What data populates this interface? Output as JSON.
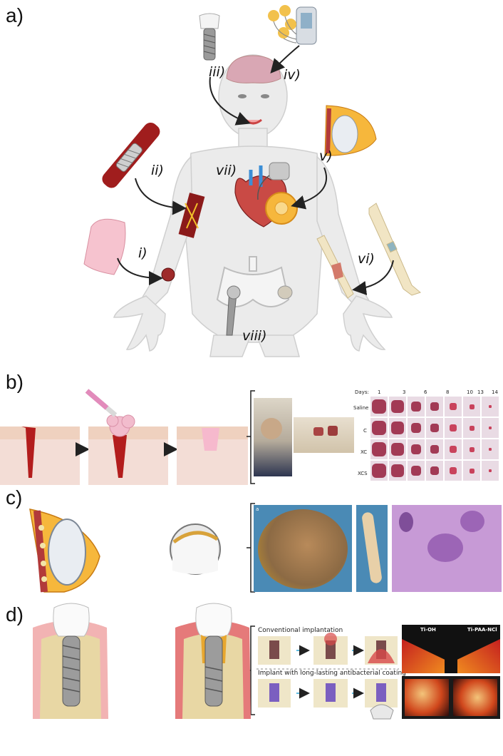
{
  "panels": {
    "a": "a)",
    "b": "b)",
    "c": "c)",
    "d": "d)"
  },
  "panel_a": {
    "labels": [
      "i)",
      "ii)",
      "iii)",
      "iv)",
      "v)",
      "vi)",
      "vii)",
      "viii)"
    ]
  },
  "panel_b": {
    "days_label": "Days:",
    "days": [
      "1",
      "3",
      "6",
      "8",
      "10",
      "13",
      "14"
    ],
    "rows": [
      "Saline",
      "C",
      "XC",
      "XCS"
    ]
  },
  "panel_c": {
    "photo_tag": "a"
  },
  "panel_d": {
    "conventional_title": "Conventional implantation",
    "coated_title": "Implant with long-lasting antibacterial coating",
    "histo_left": "Ti-OH",
    "histo_right": "Ti-PAA-NCl"
  },
  "colors": {
    "skin": "#e8e8e8",
    "tissue_red": "#c62828",
    "bone": "#f0e6c8",
    "gum": "#f4b6b6",
    "histology_purple": "#b57ac8"
  }
}
